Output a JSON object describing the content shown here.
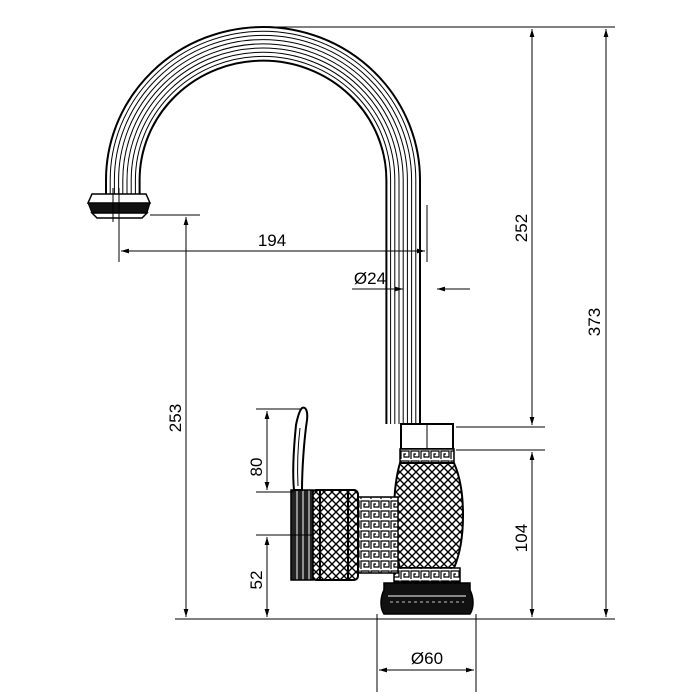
{
  "dimensions": {
    "spout_reach": "194",
    "spout_diameter": "Ø24",
    "spout_height": "252",
    "total_height": "373",
    "outlet_height": "253",
    "handle_height": "80",
    "handle_offset": "52",
    "body_height": "104",
    "base_diameter": "Ø60"
  }
}
